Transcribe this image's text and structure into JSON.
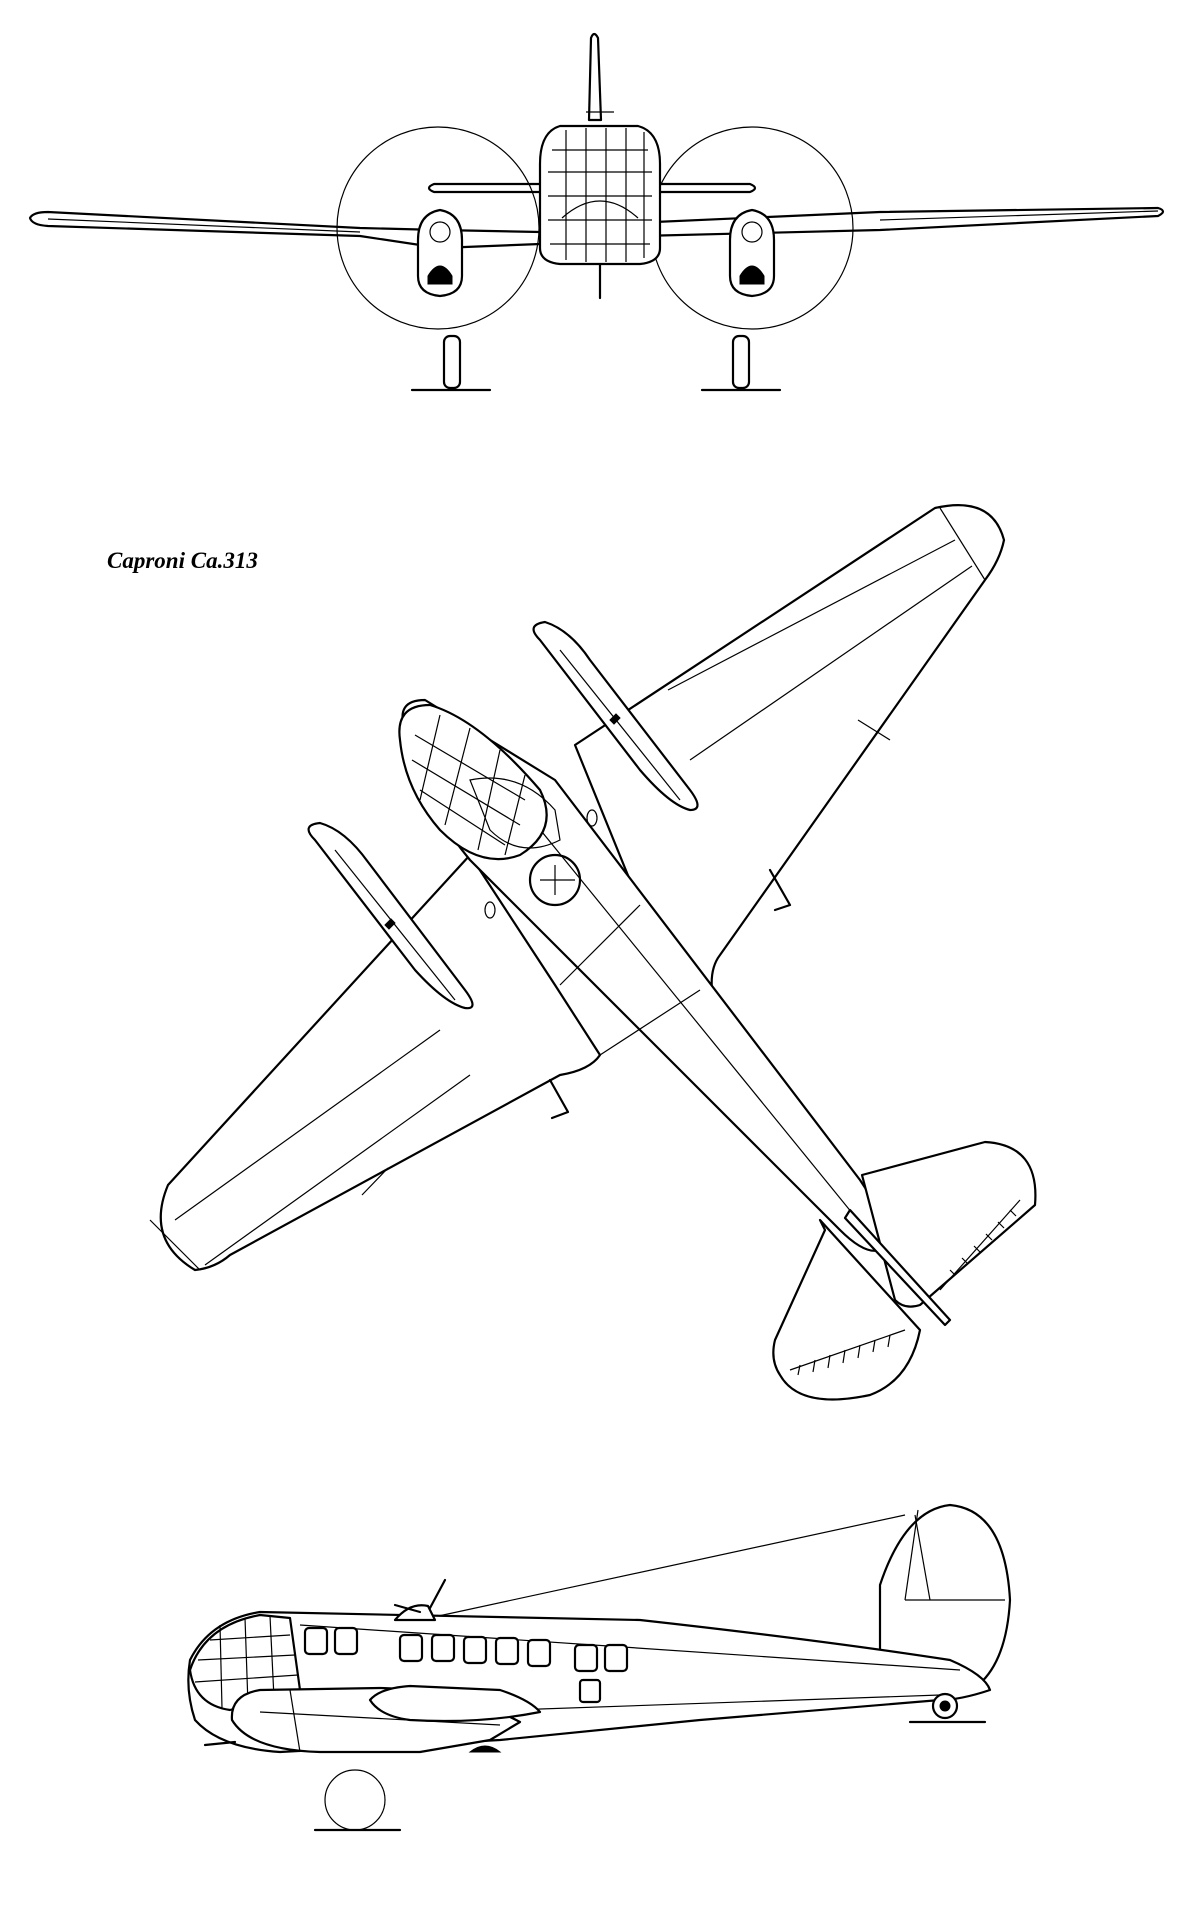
{
  "caption": "Caproni Ca.313",
  "views": [
    {
      "name": "front-view"
    },
    {
      "name": "top-view"
    },
    {
      "name": "side-view"
    }
  ]
}
